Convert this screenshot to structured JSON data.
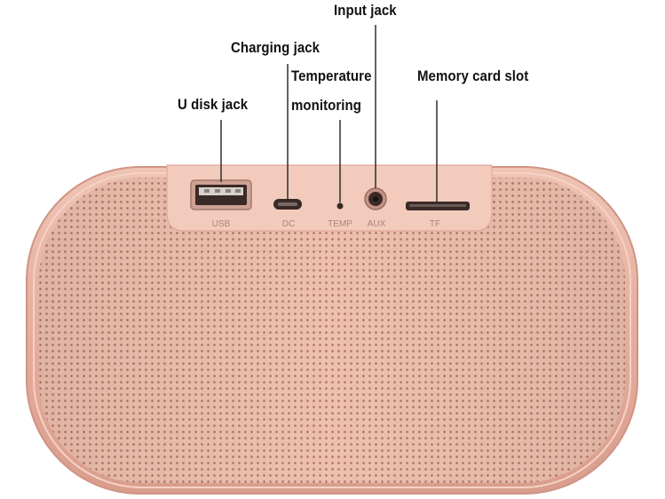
{
  "callouts": {
    "input_jack": "Input jack",
    "charging_jack": "Charging jack",
    "temperature": "Temperature",
    "monitoring": "monitoring",
    "memory_card_slot": "Memory card slot",
    "u_disk_jack": "U disk jack"
  },
  "port_labels": {
    "usb": "USB",
    "dc": "DC",
    "temp": "TEMP",
    "aux": "AUX",
    "tf": "TF"
  },
  "colors": {
    "body": "#e3aa9a",
    "body_edge": "#cf9484",
    "grille": "#eebfae",
    "grille_hole": "#b07a6b",
    "panel": "#f2cbbd",
    "port_dark": "#3a2a26",
    "leader": "#222222"
  }
}
